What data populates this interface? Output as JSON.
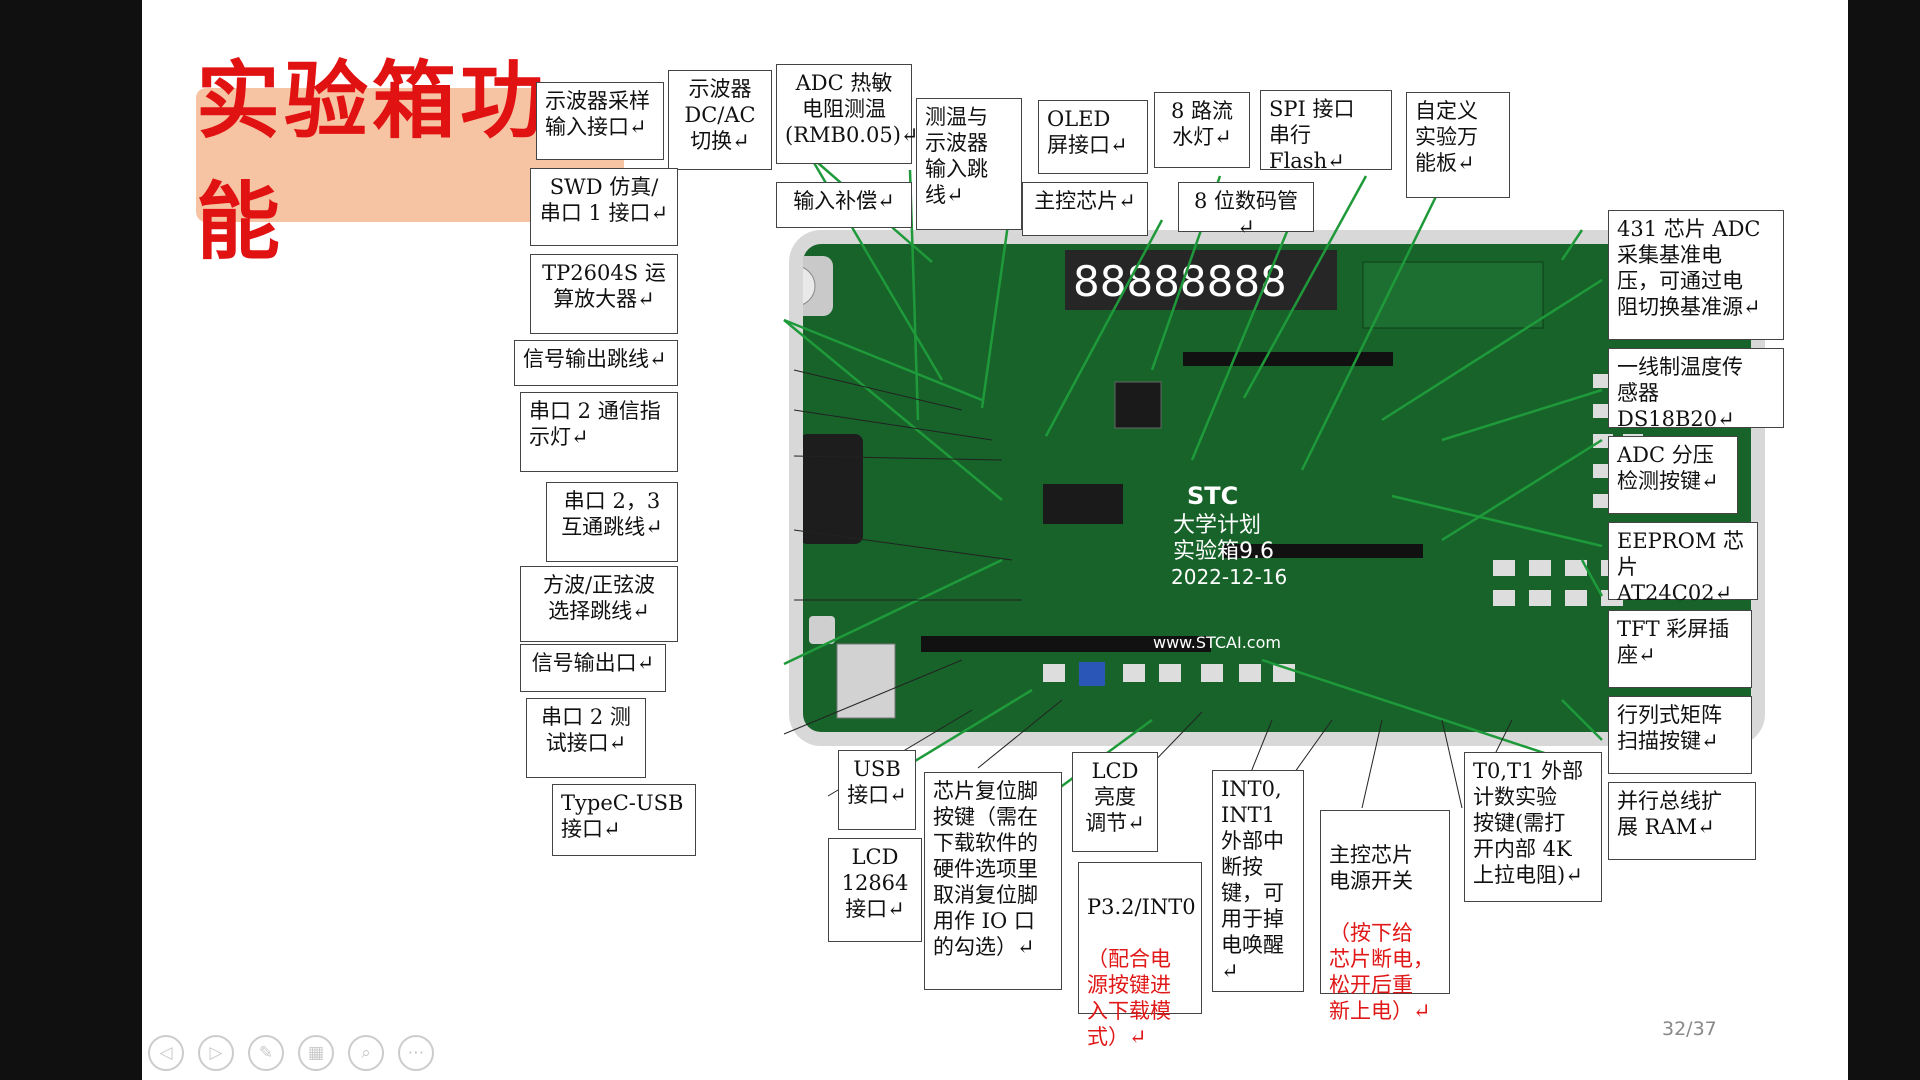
{
  "slide": {
    "title": "实验箱功能",
    "page_number": "32/37"
  },
  "board": {
    "brand": "STC",
    "line1": "大学计划",
    "line2": "实验箱9.6",
    "date": "2022-12-16",
    "url": "www.STCAI.com",
    "display": "88888888"
  },
  "labels": {
    "osc_sample": "示波器采样\n输入接口↵",
    "osc_dcac": "示波器\nDC/AC\n切换↵",
    "adc_thermistor": "ADC 热敏\n电阻测温\n(RMB0.05)↵",
    "temp_osc_jumper": "测温与\n示波器\n输入跳\n线↵",
    "oled": "OLED\n屏接口↵",
    "led8": "8 路流\n水灯↵",
    "spi_flash": "SPI 接口\n串行 Flash↵",
    "custom_board": "自定义\n实验万\n能板↵",
    "swd": "SWD 仿真/\n串口 1 接口↵",
    "input_comp": "输入补偿↵",
    "main_chip": "主控芯片↵",
    "seg8": "8 位数码管↵",
    "adc431": "431 芯片 ADC\n采集基准电\n压，可通过电\n阻切换基准源↵",
    "tp2604": "TP2604S 运\n算放大器↵",
    "sig_out_jumper": "信号输出跳线↵",
    "ds18b20": "一线制温度传\n感器 DS18B20↵",
    "uart2_led": "串口 2 通信指\n示灯↵",
    "adc_divider": "ADC 分压\n检测按键↵",
    "uart23": "串口 2，3\n互通跳线↵",
    "eeprom": "EEPROM 芯\n片 AT24C02↵",
    "wave_select": "方波/正弦波\n选择跳线↵",
    "tft": "TFT 彩屏插\n座↵",
    "sig_out": "信号输出口↵",
    "uart2_test": "串口 2 测\n试接口↵",
    "matrix_keys": "行列式矩阵\n扫描按键↵",
    "typec": "TypeC-USB\n接口↵",
    "usb": "USB\n接口↵",
    "reset_key": "芯片复位脚\n按键（需在\n下载软件的\n硬件选项里\n取消复位脚\n用作 IO 口\n的勾选）↵",
    "lcd_brightness": "LCD\n亮度\n调节↵",
    "int01": "INT0,\nINT1\n外部中\n断按\n键，可\n用于掉\n电唤醒↵",
    "power_switch_title": "主控芯片\n电源开关",
    "power_switch_note": "（按下给\n芯片断电，\n松开后重\n新上电）↵",
    "t0t1": "T0,T1 外部\n计数实验\n按键(需打\n开内部 4K\n上拉电阻)↵",
    "parallel_ram": "并行总线扩\n展 RAM↵",
    "lcd12864": "LCD\n12864\n接口↵",
    "p32_title": "P3.2/INT0",
    "p32_note": "（配合电\n源按键进\n入下载模\n式）↵"
  },
  "controls": [
    "◁",
    "▷",
    "✎",
    "▦",
    "⌕",
    "⋯"
  ],
  "colors": {
    "title_bg": "#f6c4a3",
    "title_text": "#e11212",
    "board_green": "#17632a",
    "leader_line": "#1f9a3a"
  }
}
